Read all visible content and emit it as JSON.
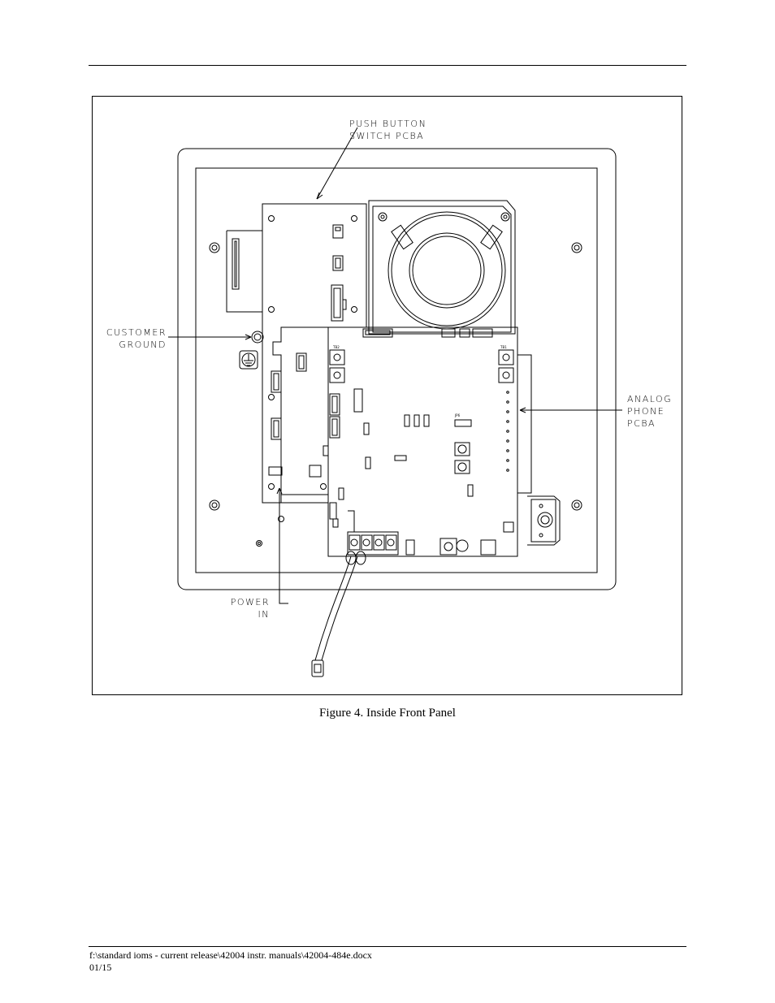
{
  "figure": {
    "callouts": {
      "push_button_line1": "PUSH BUTTON",
      "push_button_line2": "SWITCH PCBA",
      "customer_line1": "CUSTOMER",
      "customer_line2": "GROUND",
      "analog_line1": "ANALOG",
      "analog_line2": "PHONE",
      "analog_line3": "PCBA",
      "power_line1": "POWER",
      "power_line2": "IN"
    },
    "caption": "Figure 4.  Inside Front Panel"
  },
  "footer": {
    "path": "f:\\standard ioms - current release\\42004 instr. manuals\\42004-484e.docx",
    "date": "01/15"
  }
}
